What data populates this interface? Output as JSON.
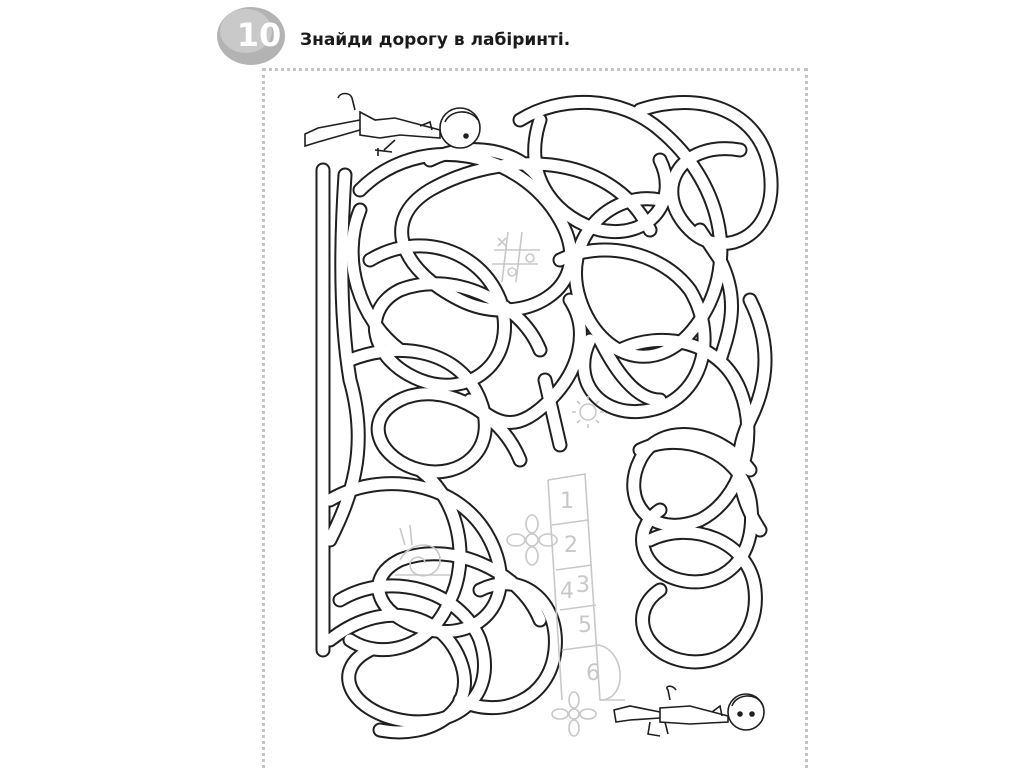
{
  "exercise": {
    "number": "10",
    "instruction": "Знайди дорогу в лабіринті."
  },
  "hopscotch": {
    "cells": [
      "1",
      "2",
      "3",
      "4",
      "5",
      "6"
    ]
  },
  "colors": {
    "badge": "#b3b3b3",
    "line": "#1f1f1f",
    "frame_dots": "#c4c4c4",
    "faint_doodle": "#c8c8c8"
  },
  "icons": [
    "boy-start-icon",
    "boy-finish-icon",
    "tic-tac-toe-icon",
    "sun-icon",
    "flower-icon",
    "snail-icon"
  ]
}
